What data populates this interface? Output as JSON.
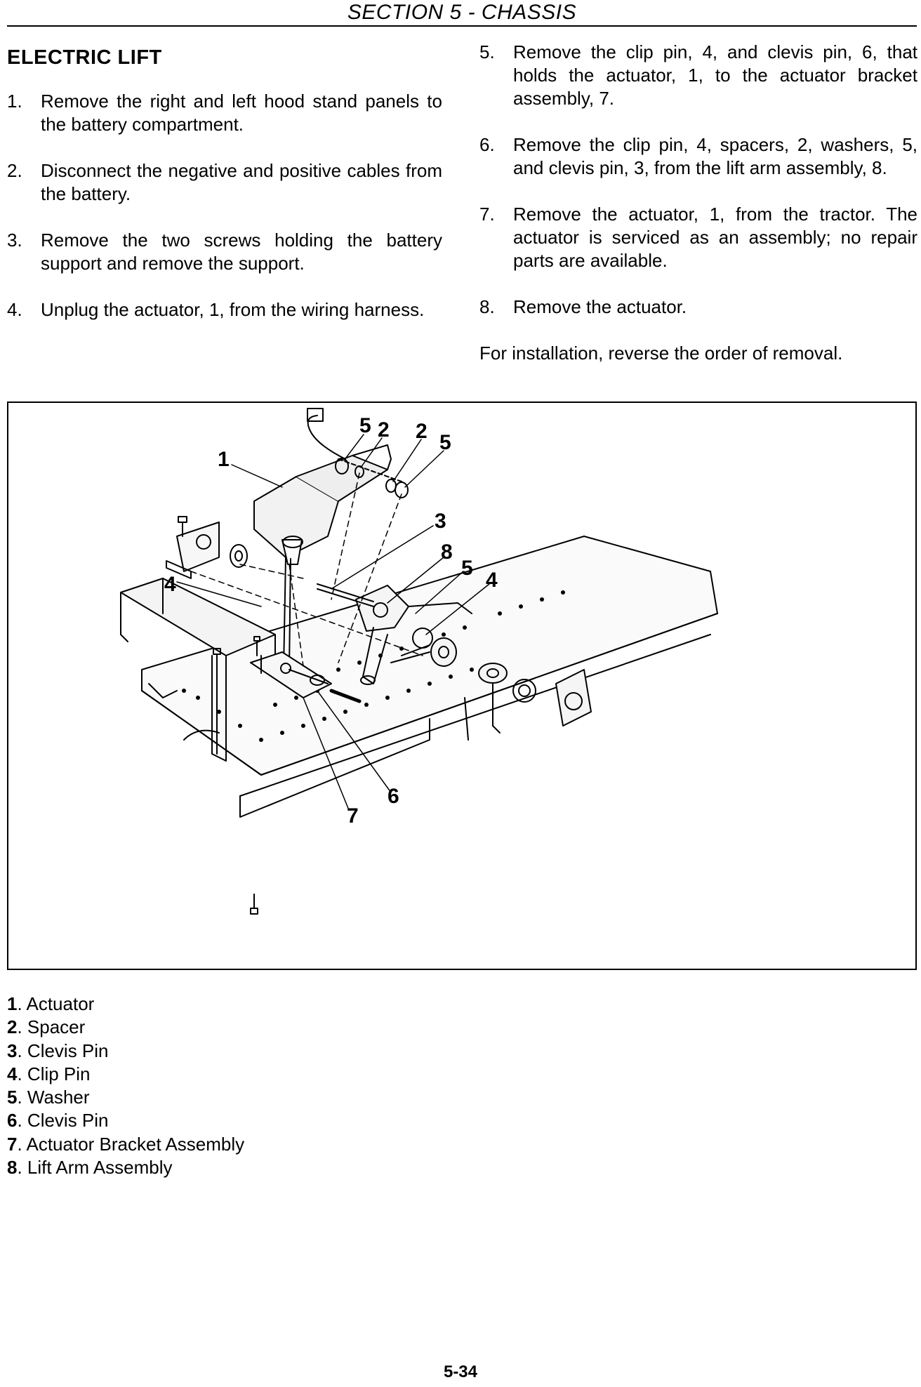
{
  "header": {
    "section_title": "SECTION 5 - CHASSIS"
  },
  "left_column": {
    "heading": "ELECTRIC LIFT",
    "steps": [
      {
        "num": "1.",
        "text": "Remove the right and left hood stand panels to the battery compartment."
      },
      {
        "num": "2.",
        "text": "Disconnect the negative and positive cables from the battery."
      },
      {
        "num": "3.",
        "text": "Remove the two screws holding the battery support and remove the support."
      },
      {
        "num": "4.",
        "text": "Unplug the actuator, 1, from the wiring harness."
      }
    ]
  },
  "right_column": {
    "steps": [
      {
        "num": "5.",
        "text": "Remove the clip pin, 4, and clevis pin, 6, that holds the actuator, 1, to the actuator bracket assembly, 7."
      },
      {
        "num": "6.",
        "text": "Remove the clip pin, 4, spacers, 2, washers, 5, and clevis pin, 3, from the lift arm assembly, 8."
      },
      {
        "num": "7.",
        "text": "Remove the actuator, 1, from the tractor. The actuator is serviced as an assembly; no repair parts are available."
      },
      {
        "num": "8.",
        "text": "Remove the actuator."
      }
    ],
    "closing_note": "For installation, reverse the order of removal."
  },
  "figure": {
    "callouts": [
      "1",
      "5",
      "2",
      "2",
      "5",
      "3",
      "8",
      "5",
      "4",
      "4",
      "6",
      "7"
    ]
  },
  "legend": [
    {
      "num": "1",
      "label": ". Actuator"
    },
    {
      "num": "2",
      "label": ". Spacer"
    },
    {
      "num": "3",
      "label": ". Clevis Pin"
    },
    {
      "num": "4",
      "label": ". Clip Pin"
    },
    {
      "num": "5",
      "label": ". Washer"
    },
    {
      "num": "6",
      "label": ". Clevis Pin"
    },
    {
      "num": "7",
      "label": ". Actuator Bracket Assembly"
    },
    {
      "num": "8",
      "label": ". Lift Arm Assembly"
    }
  ],
  "footer": {
    "page_number": "5-34"
  }
}
